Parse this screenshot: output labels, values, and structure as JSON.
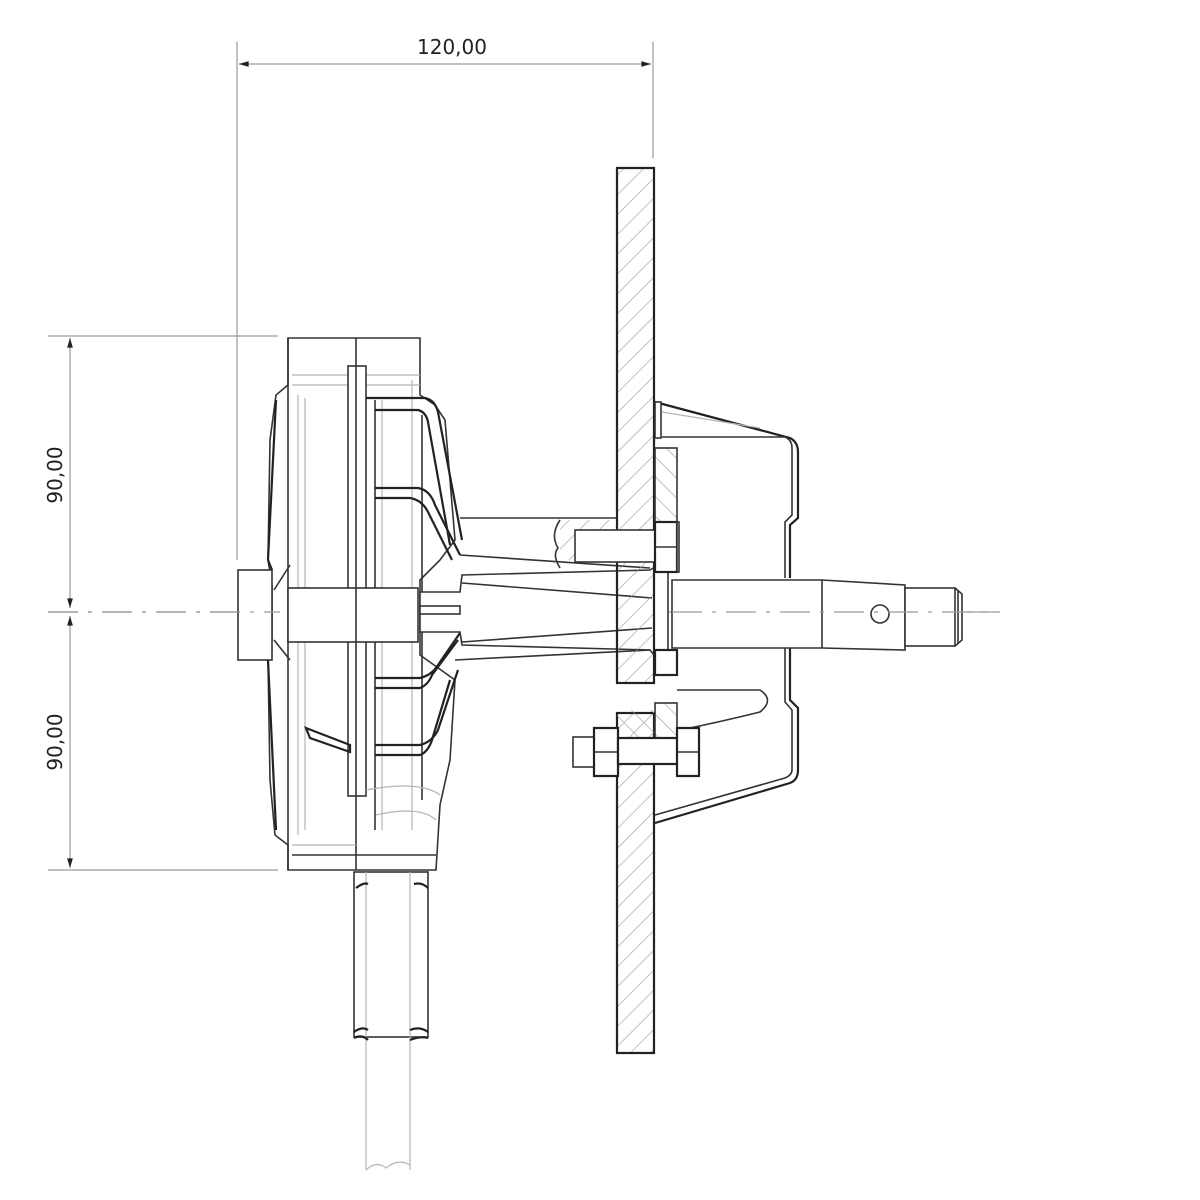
{
  "drawing": {
    "type": "technical cross-section drawing",
    "units_format": "decimal comma",
    "dimensions": {
      "width_top": {
        "label": "120,00",
        "orientation": "horizontal"
      },
      "height_upper": {
        "label": "90,00",
        "orientation": "vertical"
      },
      "height_lower": {
        "label": "90,00",
        "orientation": "vertical"
      }
    },
    "components": [
      "hub-housing",
      "spoke-frame",
      "central-shaft",
      "mounting-plate",
      "bracket-housing",
      "hex-bolt-upper",
      "hex-bolt-lower",
      "output-shaft-with-pin-hole",
      "cable-tube"
    ],
    "colors": {
      "line": "#333333",
      "dimension_line": "#9a9a9a",
      "hatch": "#999999",
      "background": "#ffffff"
    }
  }
}
